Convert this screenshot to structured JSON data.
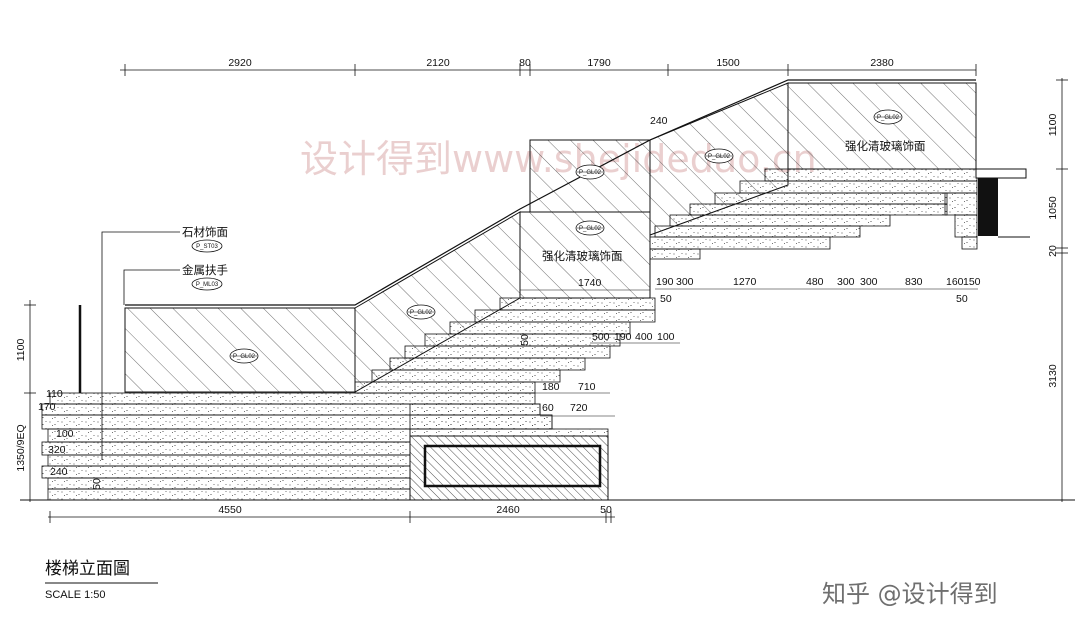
{
  "watermark": "设计得到www.shejidedao.cn",
  "credit": "知乎 @设计得到",
  "title": "楼梯立面圖",
  "scale": "SCALE 1:50",
  "material_notes": {
    "stone": "石材饰面",
    "stone_code": "P_ST03",
    "handrail": "金属扶手",
    "handrail_code": "P_ML03",
    "glass_upper": "强化清玻璃饰面",
    "glass_lower": "强化清玻璃饰面",
    "glass_code": "P_GL02"
  },
  "top_dims": [
    "2920",
    "2120",
    "80",
    "1790",
    "1500",
    "2380"
  ],
  "bottom_dims": [
    "4550",
    "2460",
    "50"
  ],
  "right_dims": [
    "1100",
    "1050",
    "20",
    "3130"
  ],
  "left_dims": [
    "1100",
    "1350/9EQ",
    "110",
    "170",
    "100",
    "320",
    "240",
    "50"
  ],
  "lower_flight_dims": [
    "180",
    "710",
    "60",
    "720"
  ],
  "mid_dims": [
    "500",
    "190",
    "400",
    "100",
    "1740",
    "50",
    "50"
  ],
  "upper_flight_dims": [
    "190",
    "300",
    "1270",
    "480",
    "300",
    "300",
    "830",
    "160",
    "150",
    "50"
  ],
  "small_dims": [
    "240"
  ]
}
